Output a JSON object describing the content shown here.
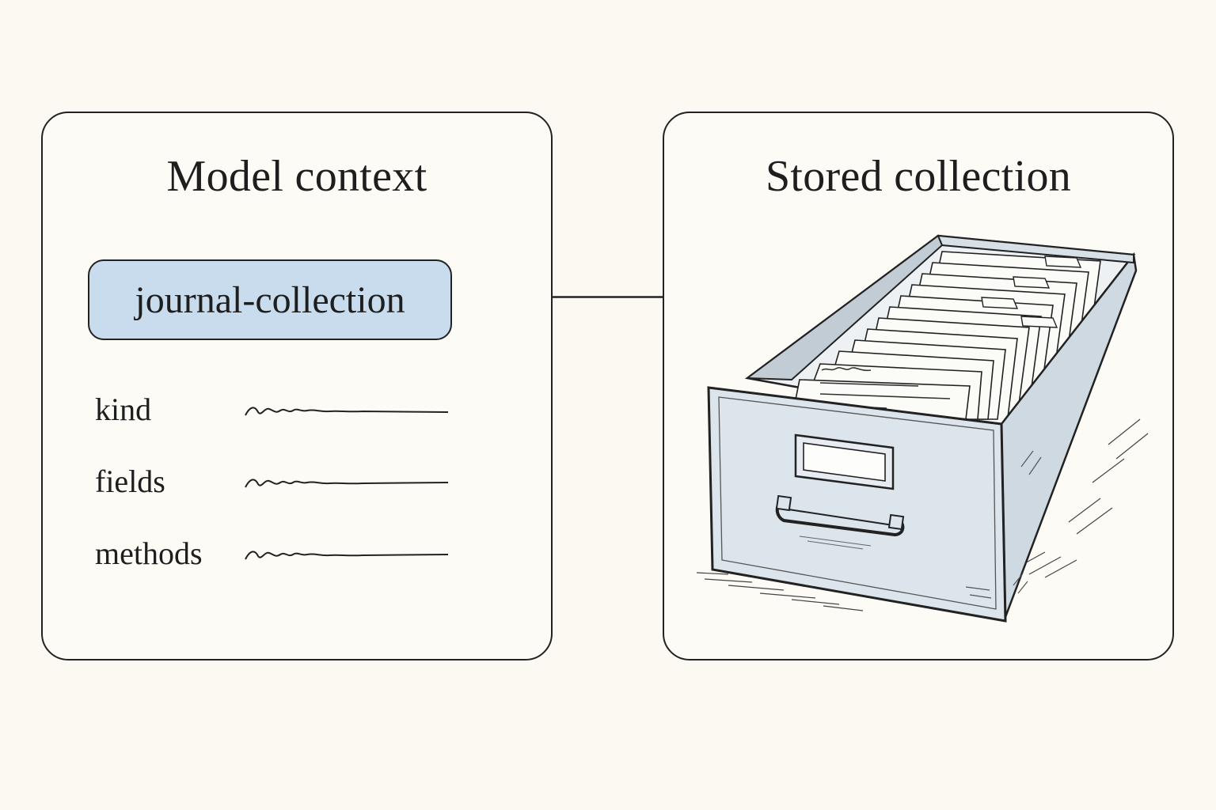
{
  "left_panel": {
    "title": "Model context",
    "chip_label": "journal-collection",
    "fields": [
      {
        "label": "kind"
      },
      {
        "label": "fields"
      },
      {
        "label": "methods"
      }
    ]
  },
  "right_panel": {
    "title": "Stored collection",
    "illustration": "file-cabinet-drawer-icon"
  },
  "colors": {
    "background": "#fbf9f2",
    "chip_fill": "#c8dcee",
    "drawer_fill": "#dce5ec",
    "stroke": "#222222"
  }
}
